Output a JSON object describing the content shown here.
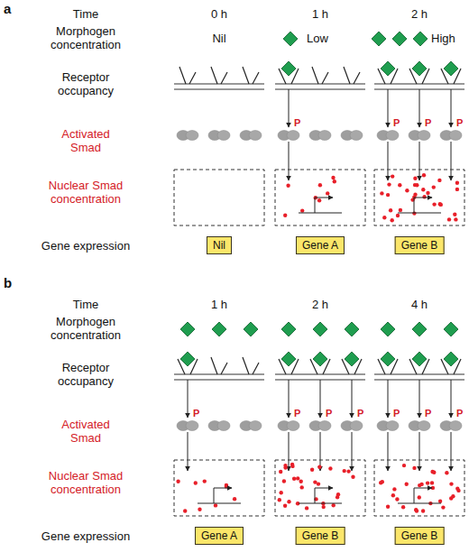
{
  "diagram": {
    "nodes": [
      {
        "text": [
          "Nil"
        ]
      },
      {
        "text": [
          "Gene A"
        ]
      },
      {
        "text": [
          "Gene B"
        ]
      },
      {
        "text": [
          "Gene A"
        ]
      },
      {
        "text": [
          "Gene B"
        ]
      },
      {
        "text": [
          "Gene B"
        ]
      }
    ],
    "labels": [
      "a",
      "Time",
      "0 h",
      "1 h",
      "2 h",
      "Morphogen concentration",
      "Nil",
      "Low",
      "High",
      "Receptor occupancy",
      "Activated Smad",
      "P",
      "P",
      "P",
      "P",
      "Nuclear Smad concentration",
      "Gene expression",
      "b",
      "Time",
      "1 h",
      "2 h",
      "4 h",
      "Morphogen concentration",
      "Receptor occupancy",
      "Activated Smad",
      "P",
      "P",
      "P",
      "P",
      "P",
      "P",
      "P",
      "Nuclear Smad concentration",
      "Gene expression"
    ]
  }
}
